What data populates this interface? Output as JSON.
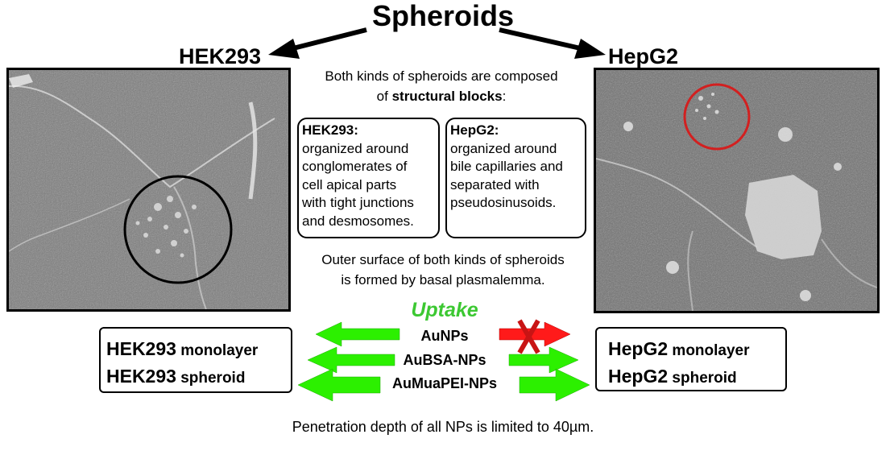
{
  "title": "Spheroids",
  "labels": {
    "left": "HEK293",
    "right": "HepG2"
  },
  "intro": {
    "line1": "Both kinds of spheroids are composed",
    "line2_prefix": "of ",
    "line2_bold": "structural blocks",
    "line2_suffix": ":"
  },
  "hek_box": {
    "heading": "HEK293:",
    "lines": [
      "organized around",
      "conglomerates of",
      "cell apical parts",
      "with tight junctions",
      "and desmosomes."
    ]
  },
  "hep_box": {
    "heading": "HepG2:",
    "lines": [
      "organized around",
      "bile capillaries and",
      "separated with",
      "pseudosinusoids."
    ]
  },
  "outer": {
    "line1": "Outer surface of both kinds of spheroids",
    "line2": "is formed by basal plasmalemma."
  },
  "uptake": {
    "title": "Uptake",
    "nanoparticles": [
      {
        "name": "AuNPs",
        "hek293_uptake": true,
        "hepg2_uptake": false
      },
      {
        "name": "AuBSA-NPs",
        "hek293_uptake": true,
        "hepg2_uptake": true
      },
      {
        "name": "AuMuaPEI-NPs",
        "hek293_uptake": true,
        "hepg2_uptake": true
      }
    ]
  },
  "hek_models": {
    "line1_big": "HEK293",
    "line1_small": " monolayer",
    "line2_big": "HEK293",
    "line2_small": " spheroid"
  },
  "hep_models": {
    "line1_big": "HepG2",
    "line1_small": " monolayer",
    "line2_big": "HepG2",
    "line2_small": " spheroid"
  },
  "footer": "Penetration depth of all NPs is limited to 40µm.",
  "colors": {
    "uptake_green": "#3cc832",
    "arrow_green": "#2cf000",
    "arrow_red": "#ff1a1a",
    "cross_red": "#c81414",
    "circle_hek": "#000000",
    "circle_hep": "#d22020"
  }
}
